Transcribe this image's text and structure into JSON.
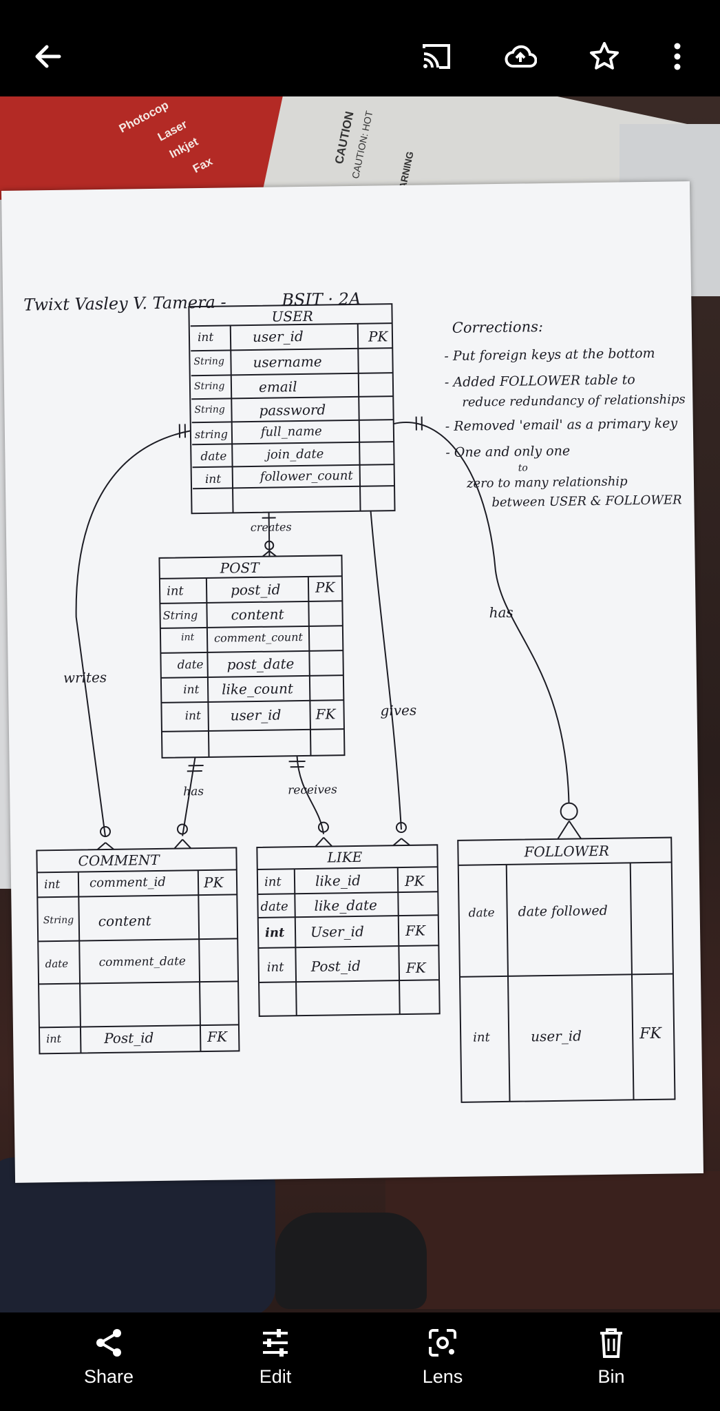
{
  "toolbar": {
    "back_icon": "arrow-left-icon",
    "cast_icon": "cast-icon",
    "backup_icon": "cloud-upload-icon",
    "favorite_icon": "star-outline-icon",
    "more_icon": "more-vertical-icon"
  },
  "photo": {
    "background_box": {
      "lines": [
        "Photocop",
        "Laser",
        "Inkjet",
        "Fax"
      ],
      "caution": "CAUTION",
      "caution_hot": "CAUTION: HOT",
      "warning": "WARNING"
    },
    "header": {
      "name": "Twixt Vasley V. Tamera -",
      "section": "BSIT · 2A"
    },
    "corrections": {
      "title": "Corrections:",
      "items": [
        "- Put foreign keys at the bottom",
        "- Added FOLLOWER table to",
        "reduce redundancy of relationships",
        "- Removed 'email' as a primary key",
        "- One and only one",
        "to",
        "zero to many relationship",
        "between USER & FOLLOWER"
      ]
    },
    "entities": {
      "user": {
        "title": "USER",
        "rows": [
          {
            "type": "int",
            "name": "user_id",
            "key": "PK"
          },
          {
            "type": "String",
            "name": "username",
            "key": ""
          },
          {
            "type": "String",
            "name": "email",
            "key": ""
          },
          {
            "type": "String",
            "name": "password",
            "key": ""
          },
          {
            "type": "string",
            "name": "full_name",
            "key": ""
          },
          {
            "type": "date",
            "name": "join_date",
            "key": ""
          },
          {
            "type": "int",
            "name": "follower_count",
            "key": ""
          }
        ]
      },
      "post": {
        "title": "POST",
        "rows": [
          {
            "type": "int",
            "name": "post_id",
            "key": "PK"
          },
          {
            "type": "String",
            "name": "content",
            "key": ""
          },
          {
            "type": "int",
            "name": "comment_count",
            "key": ""
          },
          {
            "type": "date",
            "name": "post_date",
            "key": ""
          },
          {
            "type": "int",
            "name": "like_count",
            "key": ""
          },
          {
            "type": "int",
            "name": "user_id",
            "key": "FK"
          }
        ]
      },
      "comment": {
        "title": "COMMENT",
        "rows": [
          {
            "type": "int",
            "name": "comment_id",
            "key": "PK"
          },
          {
            "type": "String",
            "name": "content",
            "key": ""
          },
          {
            "type": "date",
            "name": "comment_date",
            "key": ""
          },
          {
            "type": "int",
            "name": "Post_id",
            "key": "FK"
          }
        ]
      },
      "like": {
        "title": "LIKE",
        "rows": [
          {
            "type": "int",
            "name": "like_id",
            "key": "PK"
          },
          {
            "type": "date",
            "name": "like_date",
            "key": ""
          },
          {
            "type": "int",
            "name": "User_id",
            "key": "FK"
          },
          {
            "type": "int",
            "name": "Post_id",
            "key": "FK"
          }
        ]
      },
      "follower": {
        "title": "FOLLOWER",
        "rows": [
          {
            "type": "date",
            "name": "date followed",
            "key": ""
          },
          {
            "type": "int",
            "name": "user_id",
            "key": "FK"
          }
        ]
      }
    },
    "relationships": {
      "creates": "creates",
      "writes": "writes",
      "has_follower": "has",
      "gives": "gives",
      "has_comment": "has",
      "receives": "receives"
    }
  },
  "bottom_actions": [
    {
      "label": "Share",
      "icon": "share-icon"
    },
    {
      "label": "Edit",
      "icon": "sliders-icon"
    },
    {
      "label": "Lens",
      "icon": "lens-icon"
    },
    {
      "label": "Bin",
      "icon": "trash-icon"
    }
  ]
}
